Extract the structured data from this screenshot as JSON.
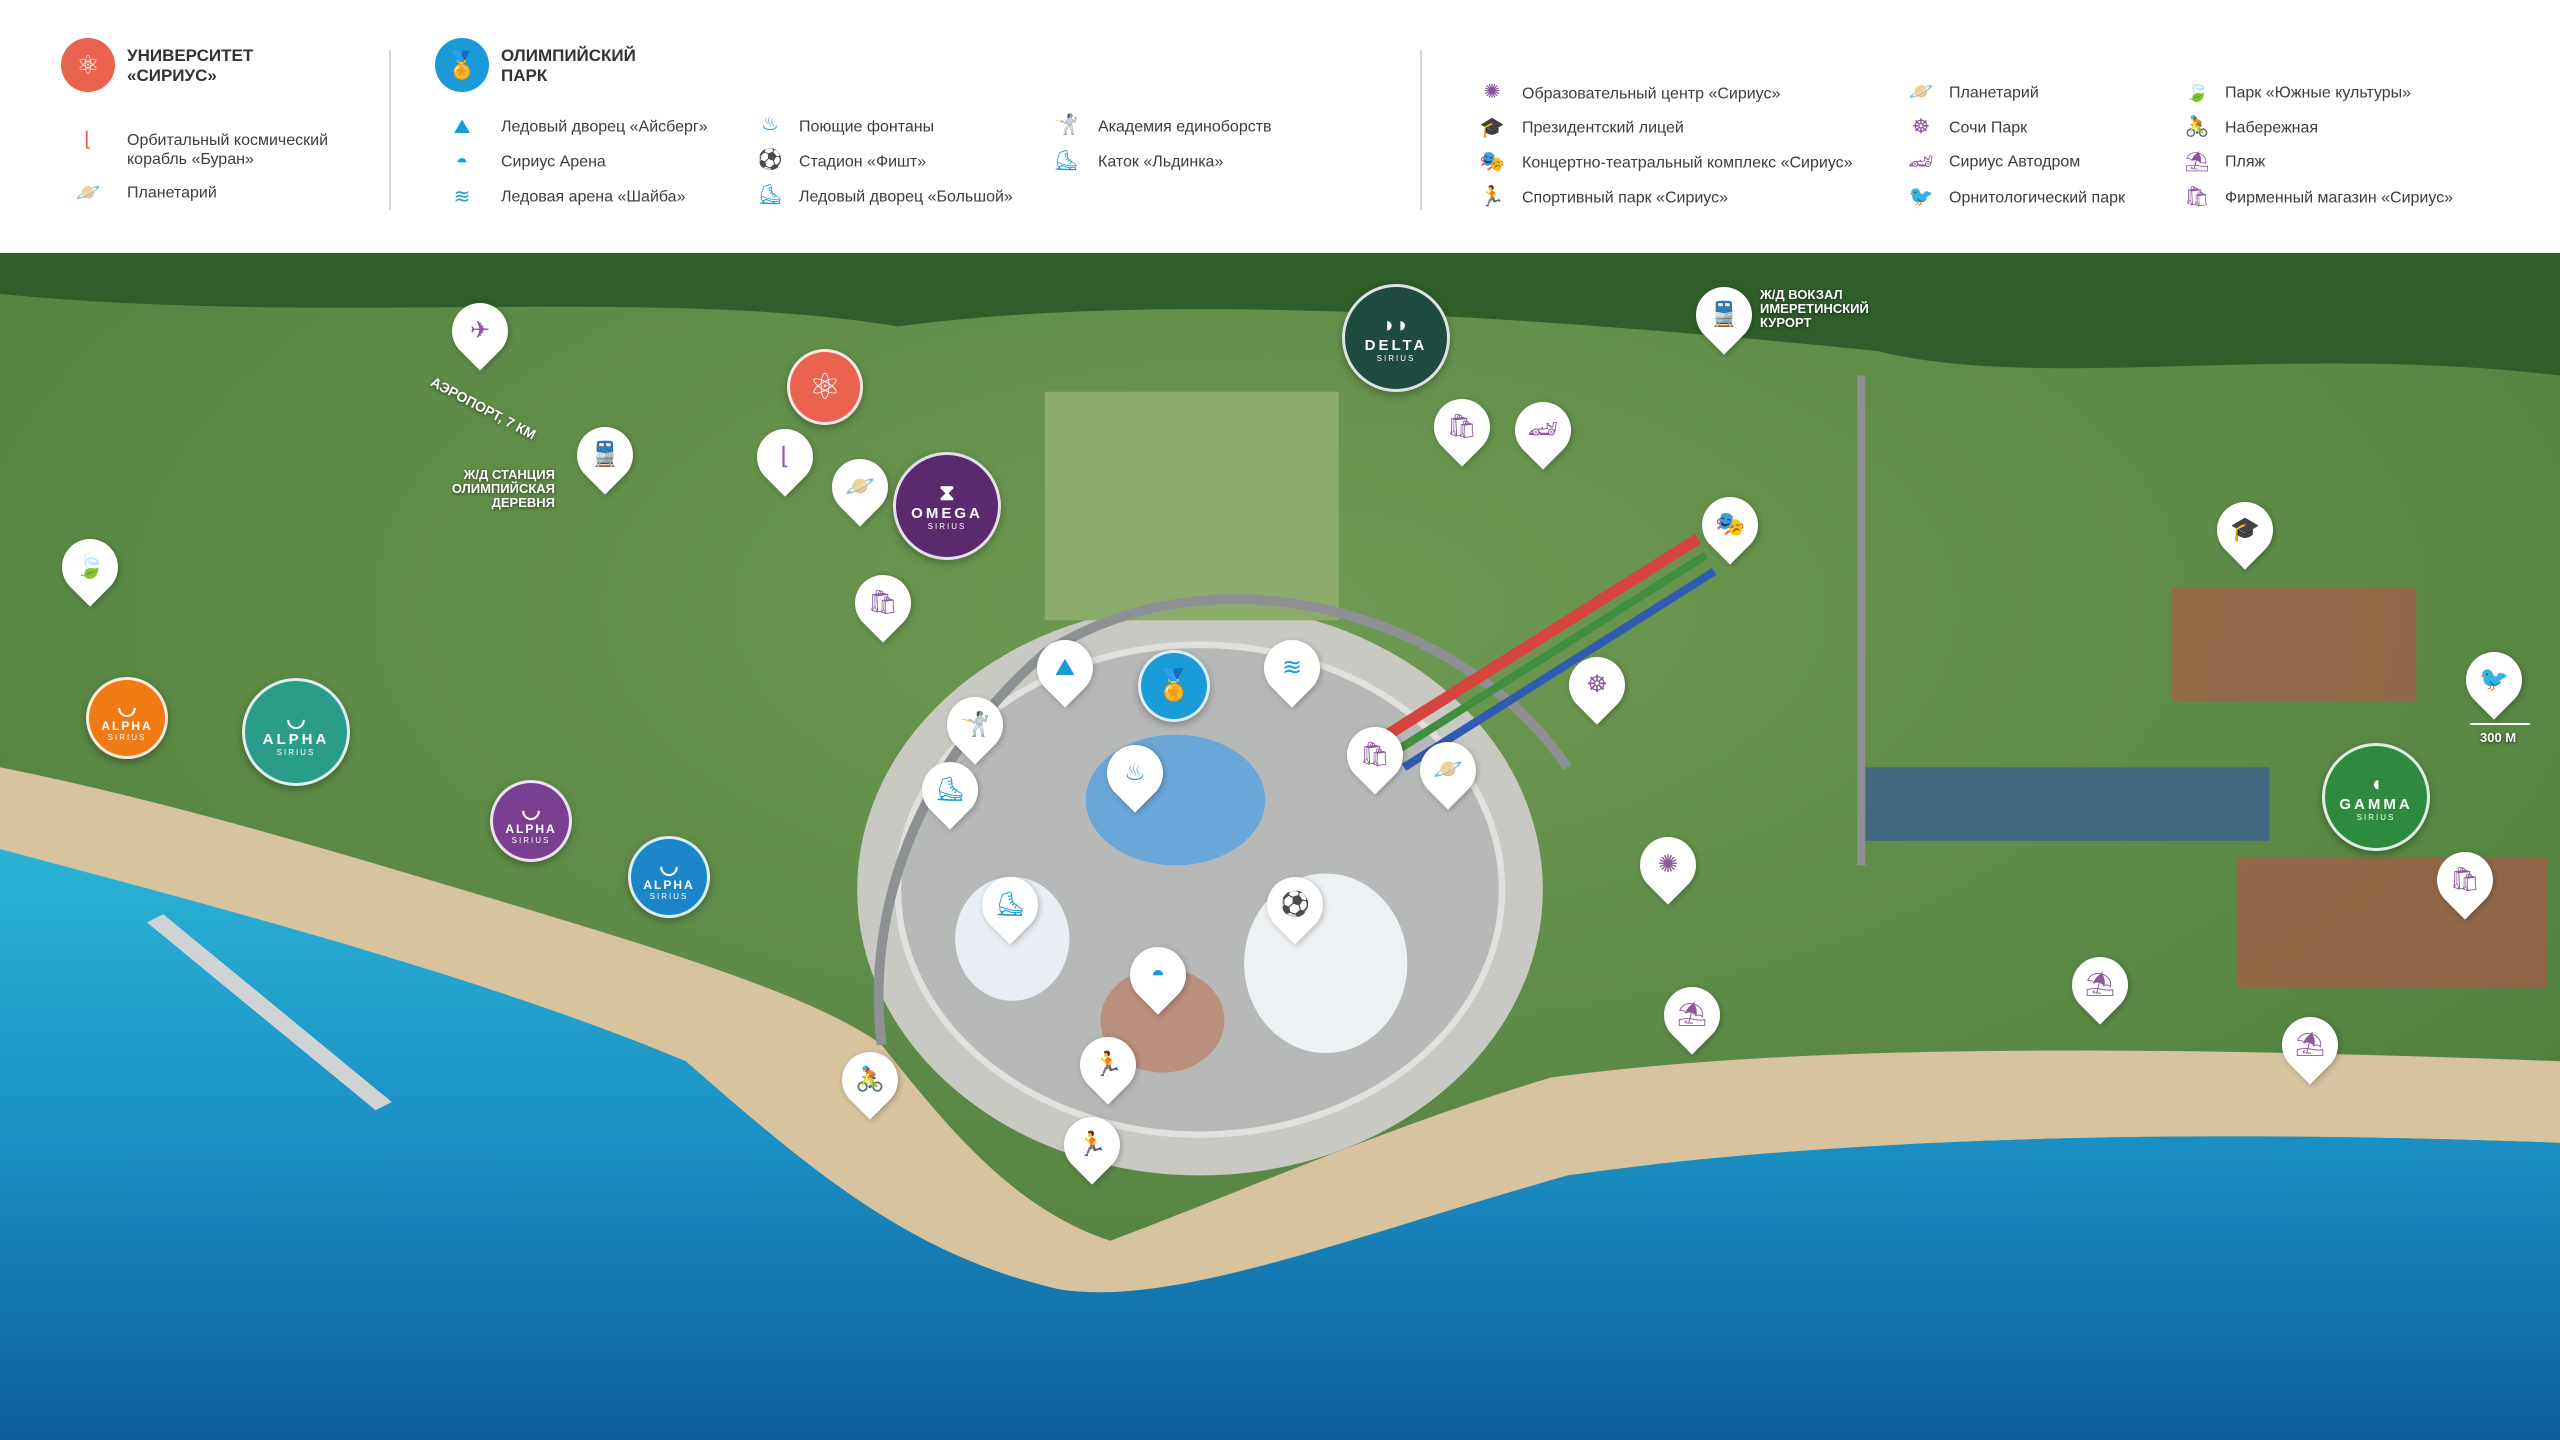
{
  "legend": {
    "university": {
      "title": "Университет «Сириус»",
      "color": "#e9634f",
      "icon": "atom-icon",
      "items": [
        {
          "label": "Орбитальный космический корабль «Буран»",
          "icon": "shuttle-icon"
        },
        {
          "label": "Планетарий",
          "icon": "planet-icon"
        }
      ]
    },
    "olympic": {
      "title": "Олимпийский парк",
      "color": "#1a9ad6",
      "icon": "medal-icon",
      "items": [
        {
          "label": "Ледовый дворец «Айсберг»",
          "icon": "iceberg-icon"
        },
        {
          "label": "Сириус Арена",
          "icon": "arena-icon"
        },
        {
          "label": "Ледовая арена «Шайба»",
          "icon": "shaiba-icon"
        },
        {
          "label": "Поющие фонтаны",
          "icon": "fountain-icon"
        },
        {
          "label": "Стадион «Фишт»",
          "icon": "football-player-icon"
        },
        {
          "label": "Ледовый дворец «Большой»",
          "icon": "hockey-icon"
        },
        {
          "label": "Академия единоборств",
          "icon": "martial-arts-icon"
        },
        {
          "label": "Каток «Льдинка»",
          "icon": "skater-icon"
        }
      ]
    },
    "sirius": {
      "color": "#8a4f9e",
      "items": [
        {
          "label": "Образовательный центр «Сириус»",
          "icon": "dots-star-icon"
        },
        {
          "label": "Президентский лицей",
          "icon": "graduation-cap-icon"
        },
        {
          "label": "Концертно-театральный комплекс «Сириус»",
          "icon": "theater-mask-icon"
        },
        {
          "label": "Спортивный парк «Сириус»",
          "icon": "athlete-icon"
        },
        {
          "label": "Планетарий",
          "icon": "planet-icon"
        },
        {
          "label": "Сочи Парк",
          "icon": "ferris-wheel-icon"
        },
        {
          "label": "Сириус Автодром",
          "icon": "race-car-icon"
        },
        {
          "label": "Орнитологический парк",
          "icon": "bird-icon"
        },
        {
          "label": "Парк «Южные культуры»",
          "icon": "leaf-icon"
        },
        {
          "label": "Набережная",
          "icon": "promenade-icon"
        },
        {
          "label": "Пляж",
          "icon": "beach-umbrella-icon"
        },
        {
          "label": "Фирменный магазин «Сириус»",
          "icon": "shopping-bag-icon"
        }
      ]
    }
  },
  "map": {
    "labels": {
      "airport": "Аэропорт, 7 км",
      "station_village": "Ж/Д станция Олимпийская деревня",
      "station_imereti": "Ж/Д вокзал Имеретинский курорт",
      "scale": "300 м"
    },
    "hotels": [
      {
        "name": "OMEGA",
        "sub": "SIRIUS",
        "color": "#5b2a6e"
      },
      {
        "name": "DELTA",
        "sub": "SIRIUS",
        "color": "#1f4a3f"
      },
      {
        "name": "ALPHA",
        "sub": "SIRIUS",
        "color": "#f07b14"
      },
      {
        "name": "ALPHA",
        "sub": "SIRIUS",
        "color": "#2a9d8a"
      },
      {
        "name": "ALPHA",
        "sub": "SIRIUS",
        "color": "#7b3f91"
      },
      {
        "name": "ALPHA",
        "sub": "SIRIUS",
        "color": "#1a86c8"
      },
      {
        "name": "GAMMA",
        "sub": "SIRIUS",
        "color": "#2d8a3e"
      }
    ]
  }
}
